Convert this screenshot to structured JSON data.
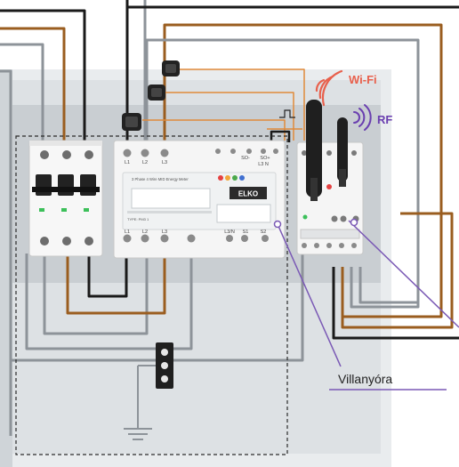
{
  "labels": {
    "wifi": "Wi-Fi",
    "rf": "RF",
    "callout": "Villanyóra"
  },
  "meter": {
    "title": "3 Phase 4 Wire MID Energy Meter",
    "brand": "ELKO",
    "model": "TYPE: PM3 1",
    "terminals_top": [
      "L1",
      "L2",
      "L3",
      "SO-",
      "SO+",
      "L3 N"
    ],
    "terminals_bottom": [
      "L1",
      "L2",
      "L3",
      "L3/N",
      "S1",
      "S2"
    ]
  },
  "colors": {
    "brown": "#9a5d1f",
    "black": "#1a1a1a",
    "gray": "#8d9399",
    "orange": "#e08a3a",
    "wifi_red": "#e8604c",
    "rf_purple": "#6a3fb0",
    "callout_purple": "#7a59b5"
  },
  "icons": [
    "ct-clamp-icon",
    "antenna-icon",
    "ground-icon",
    "wifi-signal-icon",
    "rf-signal-icon",
    "pulse-icon"
  ]
}
